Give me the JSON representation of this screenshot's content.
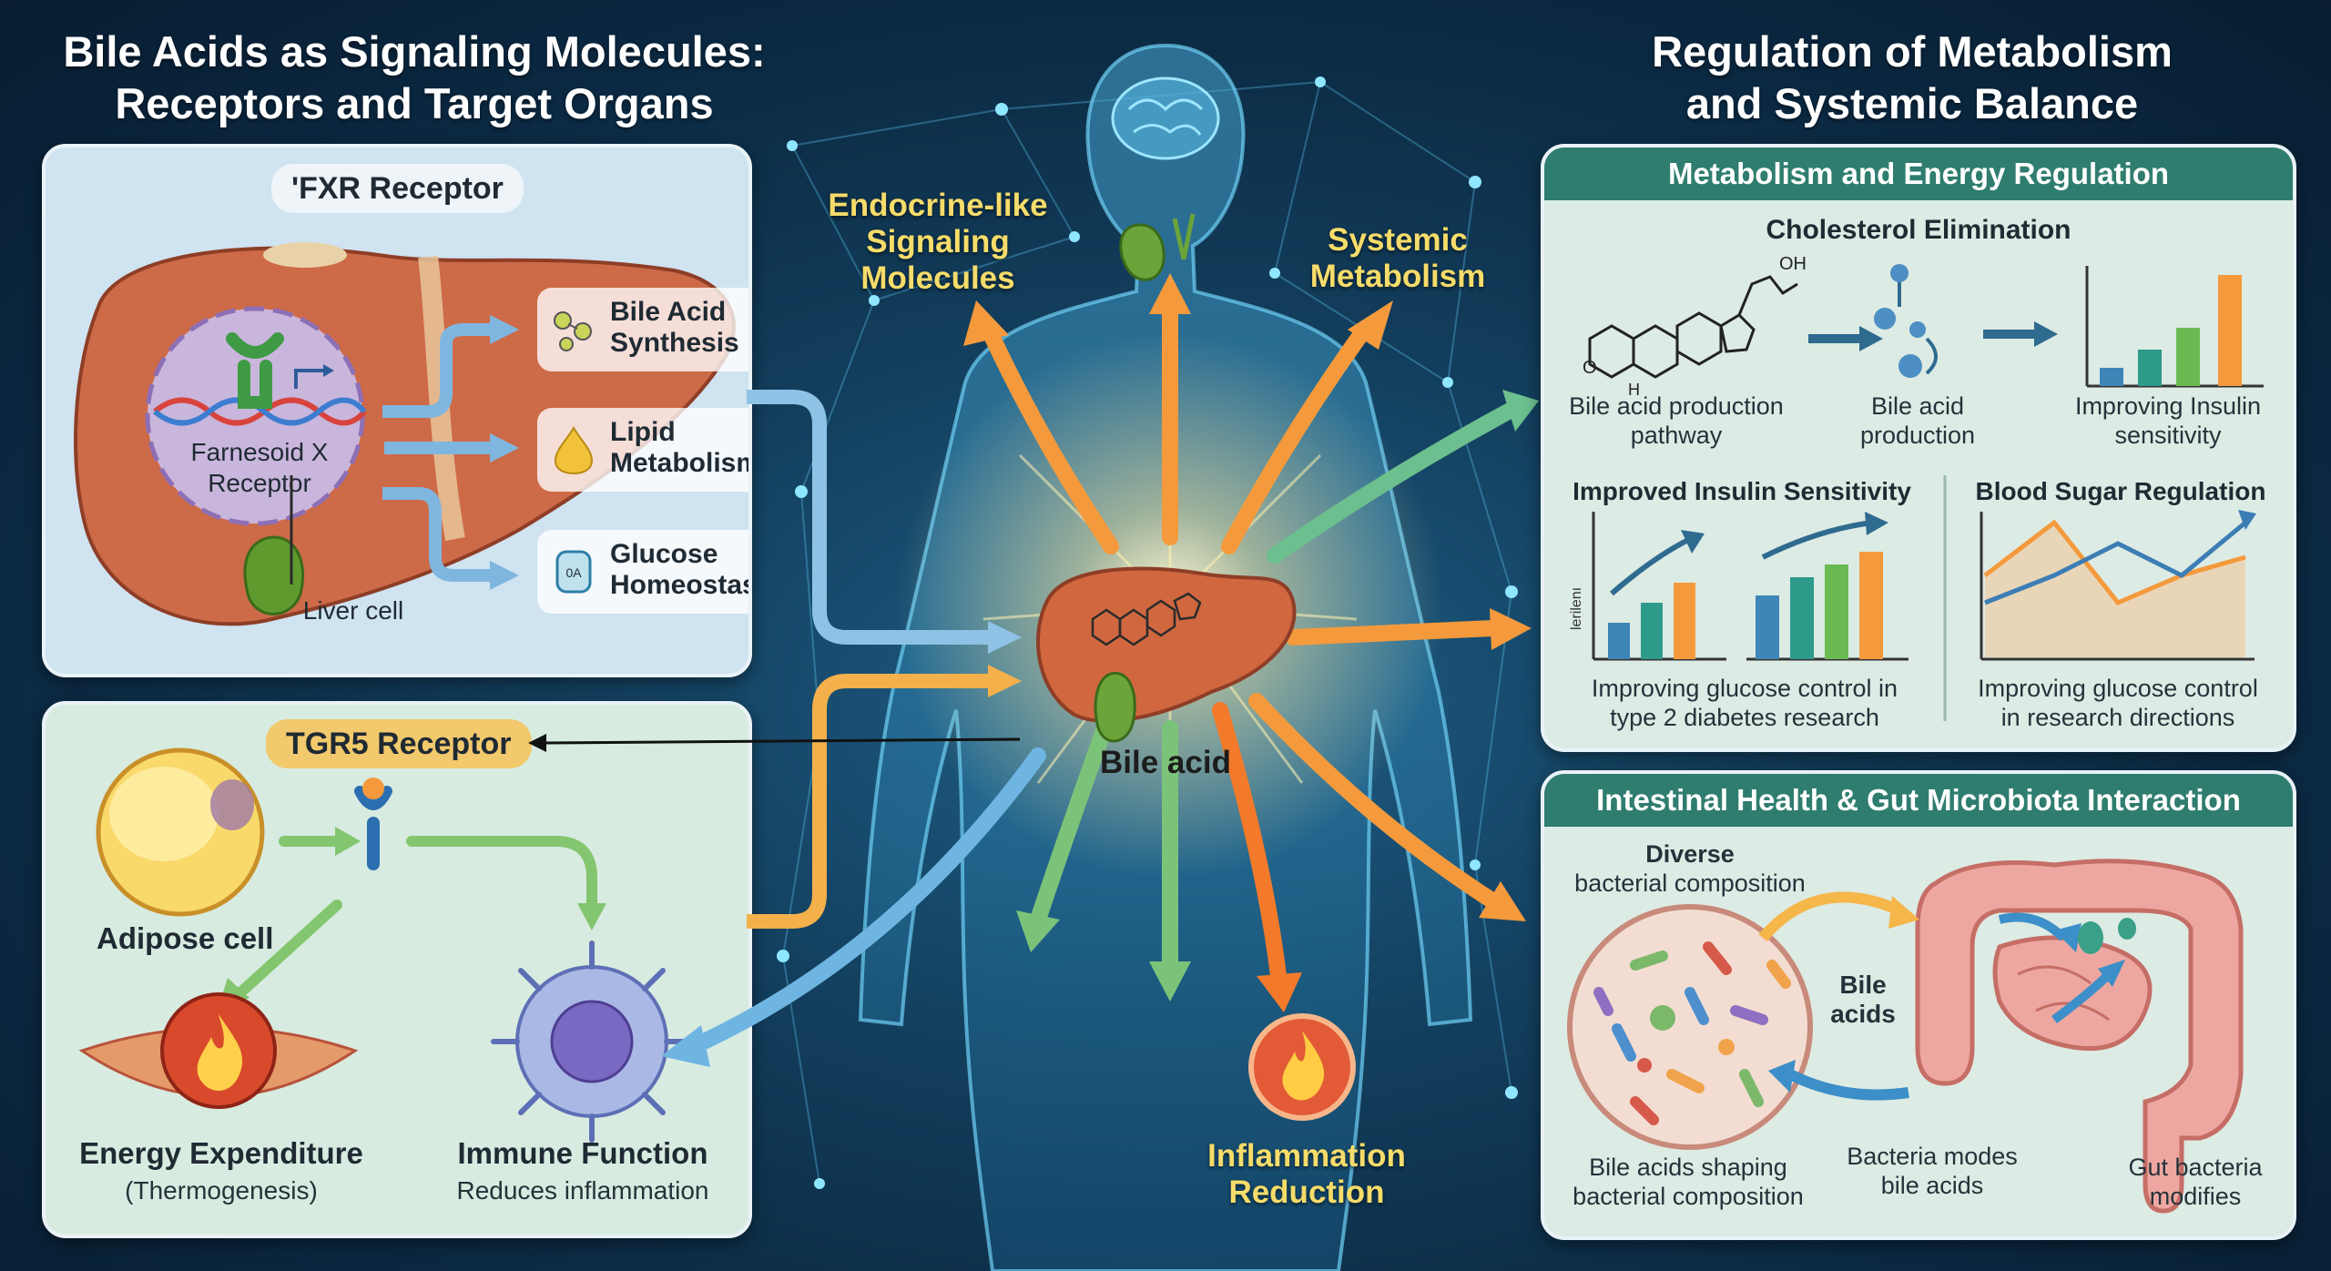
{
  "titles": {
    "left_line1": "Bile Acids as Signaling Molecules:",
    "left_line2": "Receptors and Target Organs",
    "right_line1": "Regulation of Metabolism",
    "right_line2": "and Systemic Balance"
  },
  "fxr": {
    "title": "'FXR Receptor",
    "receptor_line1": "Farnesoid X",
    "receptor_line2": "Receptor",
    "liver_cell": "Liver cell",
    "outputs": [
      {
        "line1": "Bile Acid",
        "line2": "Synthesis",
        "icon": "molecule-icon"
      },
      {
        "line1": "Lipid",
        "line2": "Metabolism",
        "icon": "lipid-drop-icon"
      },
      {
        "line1": "Glucose",
        "line2": "Homeostasis",
        "icon": "glucose-icon",
        "icon_text": "0A"
      }
    ]
  },
  "tgr5": {
    "title": "TGR5 Receptor",
    "adipose": "Adipose cell",
    "energy_title": "Energy Expenditure",
    "energy_sub": "(Thermogenesis)",
    "immune_title": "Immune Function",
    "immune_sub": "Reduces inflammation"
  },
  "center": {
    "endocrine_l1": "Endocrine-like",
    "endocrine_l2": "Signaling",
    "endocrine_l3": "Molecules",
    "systemic_l1": "Systemic",
    "systemic_l2": "Metabolism",
    "bile_acid": "Bile acid",
    "inflammation_l1": "Inflammation",
    "inflammation_l2": "Reduction"
  },
  "metabolism": {
    "header": "Metabolism and Energy Regulation",
    "cholesterol": "Cholesterol Elimination",
    "step1_l1": "Bile acid production",
    "step1_l2": "pathway",
    "step2_l1": "Bile acid",
    "step2_l2": "production",
    "step3_l1": "Improving Insulin",
    "step3_l2": "sensitivity",
    "insulin_title": "Improved Insulin Sensitivity",
    "blood_title": "Blood Sugar Regulation",
    "axis_label": "lerilenı",
    "cap1_l1": "Improving glucose control in",
    "cap1_l2": "type 2 diabetes research",
    "cap2_l1": "Improving glucose control",
    "cap2_l2": "in research directions",
    "chem_oh": "OH",
    "chem_h": "H",
    "chem_o": "O"
  },
  "intestinal": {
    "header": "Intestinal Health & Gut Microbiota Interaction",
    "diverse_l1": "Diverse",
    "diverse_l2": "bacterial composition",
    "bile_l1": "Bile",
    "bile_l2": "acids",
    "shaping_l1": "Bile acids shaping",
    "shaping_l2": "bacterial composition",
    "modes_l1": "Bacteria modes",
    "modes_l2": "bile acids",
    "gut_l1": "Gut bacteria",
    "gut_l2": "modifies"
  },
  "colors": {
    "orange_arrow": "#f49a3c",
    "blue_arrow": "#8ec3e6",
    "green_arrow": "#7cc37a",
    "header_teal": "#2f7d6f",
    "yellow_text": "#f6dc6a"
  }
}
